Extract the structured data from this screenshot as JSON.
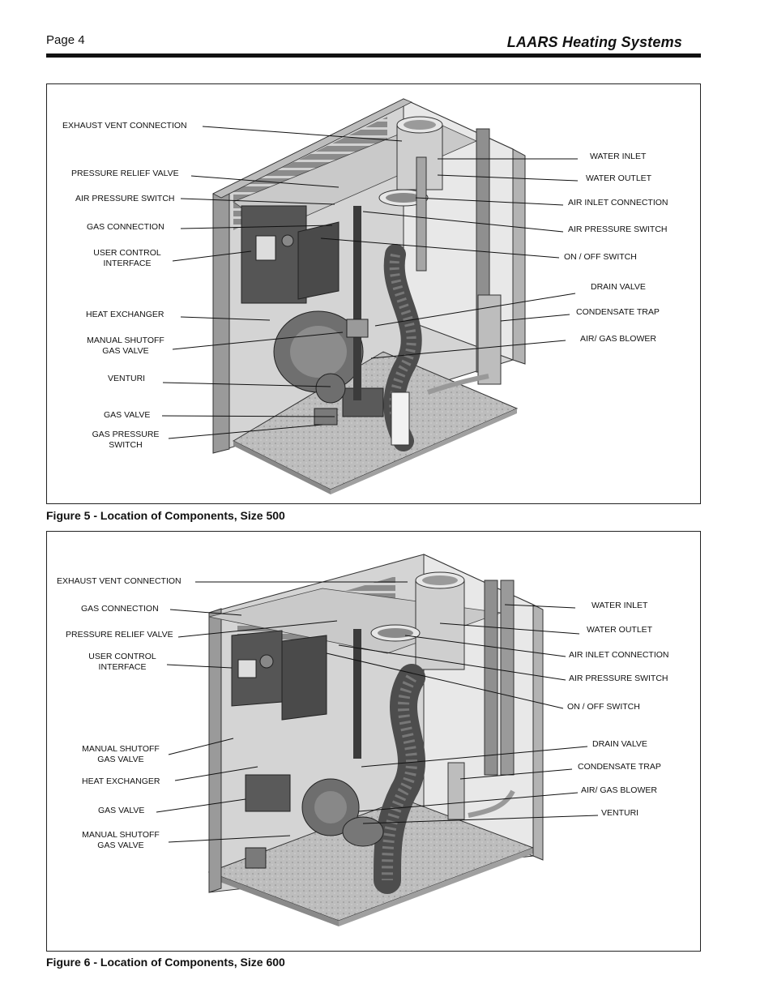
{
  "header": {
    "page": "Page 4",
    "brand": "LAARS Heating Systems"
  },
  "figure5": {
    "caption": "Figure 5 - Location of Components, Size 500",
    "labels_left": {
      "exhaust": "EXHAUST VENT CONNECTION",
      "relief": "PRESSURE RELIEF VALVE",
      "air_switch": "AIR PRESSURE SWITCH",
      "gas_conn": "GAS CONNECTION",
      "uci_1": "USER CONTROL",
      "uci_2": "INTERFACE",
      "hx": "HEAT EXCHANGER",
      "shutoff_1": "MANUAL SHUTOFF",
      "shutoff_2": "GAS VALVE",
      "venturi": "VENTURI",
      "gas_valve": "GAS VALVE",
      "gps_1": "GAS PRESSURE",
      "gps_2": "SWITCH"
    },
    "labels_right": {
      "water_inlet": "WATER INLET",
      "water_outlet": "WATER OUTLET",
      "air_inlet": "AIR INLET CONNECTION",
      "air_switch": "AIR PRESSURE SWITCH",
      "on_off": "ON /  OFF SWITCH",
      "drain": "DRAIN VALVE",
      "trap": "CONDENSATE TRAP",
      "blower": "AIR/ GAS BLOWER"
    }
  },
  "figure6": {
    "caption": "Figure 6 - Location of Components, Size 600",
    "labels_left": {
      "exhaust": "EXHAUST VENT CONNECTION",
      "gas_conn": "GAS CONNECTION",
      "relief": "PRESSURE RELIEF VALVE",
      "uci_1": "USER CONTROL",
      "uci_2": "INTERFACE",
      "shutoff_a_1": "MANUAL SHUTOFF",
      "shutoff_a_2": "GAS VALVE",
      "hx": "HEAT EXCHANGER",
      "gas_valve": "GAS VALVE",
      "shutoff_b_1": "MANUAL SHUTOFF",
      "shutoff_b_2": "GAS VALVE"
    },
    "labels_right": {
      "water_inlet": "WATER INLET",
      "water_outlet": "WATER OUTLET",
      "air_inlet": "AIR INLET CONNECTION",
      "air_switch": "AIR PRESSURE SWITCH",
      "on_off": "ON /  OFF SWITCH",
      "drain": "DRAIN VALVE",
      "trap": "CONDENSATE TRAP",
      "blower": "AIR/ GAS BLOWER",
      "venturi": "VENTURI"
    }
  }
}
